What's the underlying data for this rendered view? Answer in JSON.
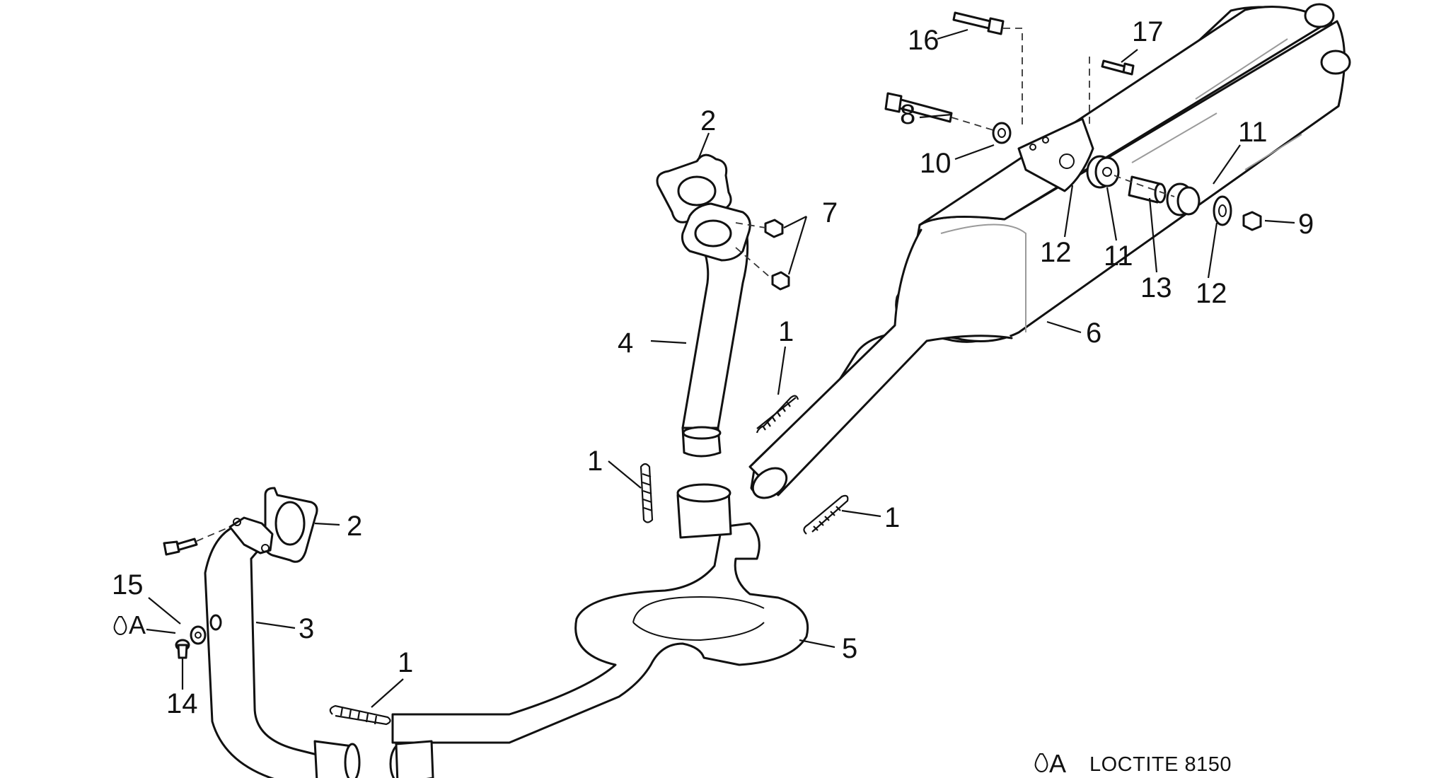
{
  "callouts": {
    "c1a": "1",
    "c1b": "1",
    "c1c": "1",
    "c1d": "1",
    "c2a": "2",
    "c2b": "2",
    "c3": "3",
    "c4": "4",
    "c5": "5",
    "c6": "6",
    "c7": "7",
    "c8": "8",
    "c9": "9",
    "c10": "10",
    "c11a": "11",
    "c11b": "11",
    "c12a": "12",
    "c12b": "12",
    "c13": "13",
    "c14": "14",
    "c15": "15",
    "c16": "16",
    "c17": "17"
  },
  "adhesive_marker": "A",
  "legend": {
    "marker": "A",
    "text": "LOCTITE 8150"
  }
}
